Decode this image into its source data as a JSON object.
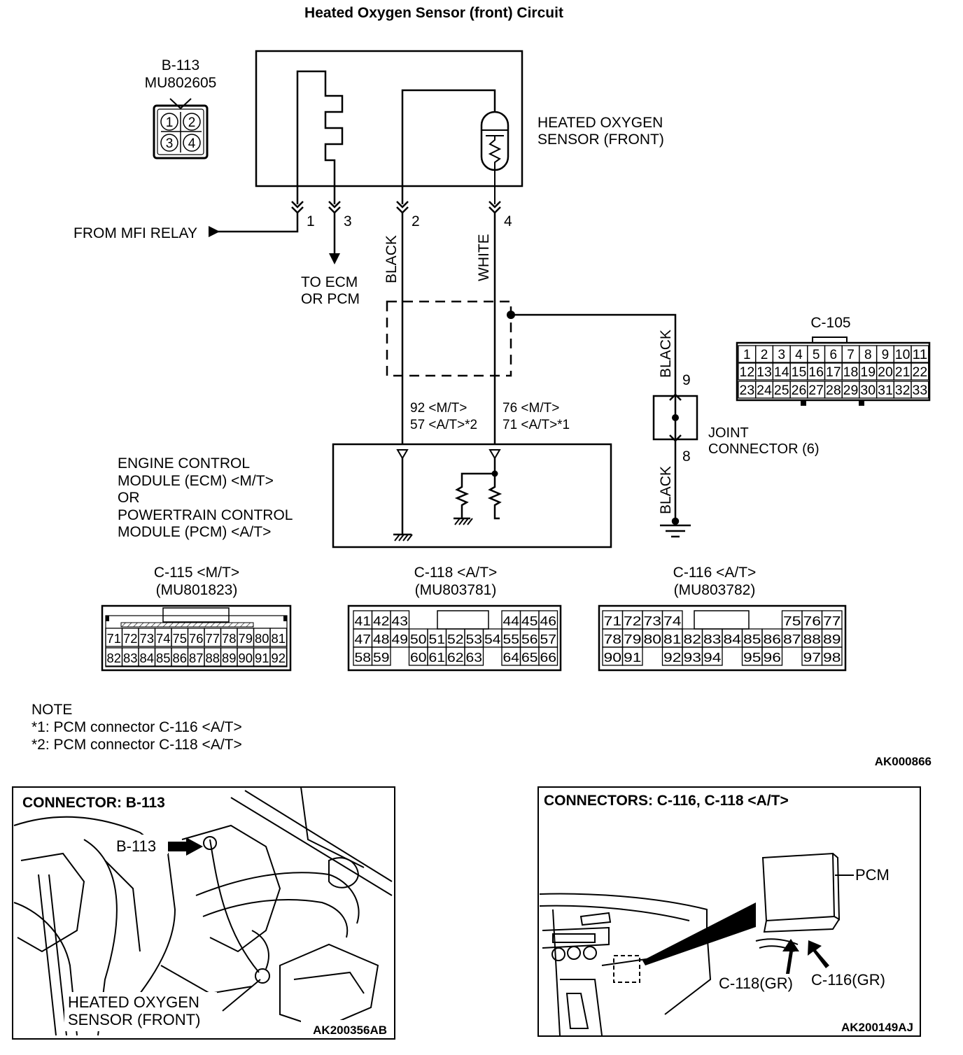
{
  "title": "Heated Oxygen Sensor (front) Circuit",
  "sensor_connector": {
    "id": "B-113",
    "part_no": "MU802605",
    "pins": [
      "1",
      "2",
      "3",
      "4"
    ]
  },
  "sensor": {
    "line1": "HEATED OXYGEN",
    "line2": "SENSOR (FRONT)"
  },
  "pins": {
    "p1": "1",
    "p3": "3",
    "p2": "2",
    "p4": "4",
    "p9": "9",
    "p8": "8"
  },
  "labels": {
    "from_mfi": "FROM MFI RELAY",
    "to_ecm_1": "TO ECM",
    "to_ecm_2": "OR PCM",
    "wire_black": "BLACK",
    "wire_white": "WHITE",
    "ecm_pin_mt_a": "92 <M/T>",
    "ecm_pin_at_a": "57 <A/T>*2",
    "ecm_pin_mt_b": "76 <M/T>",
    "ecm_pin_at_b": "71 <A/T>*1",
    "joint_1": "JOINT",
    "joint_2": "CONNECTOR (6)"
  },
  "ecm": {
    "line1": "ENGINE CONTROL",
    "line2": "MODULE (ECM) <M/T>",
    "line3": "OR",
    "line4": "POWERTRAIN CONTROL",
    "line5": "MODULE (PCM) <A/T>"
  },
  "c105": {
    "title": "C-105",
    "rows": [
      [
        "1",
        "2",
        "3",
        "4",
        "5",
        "6",
        "7",
        "8",
        "9",
        "10",
        "11"
      ],
      [
        "12",
        "13",
        "14",
        "15",
        "16",
        "17",
        "18",
        "19",
        "20",
        "21",
        "22"
      ],
      [
        "23",
        "24",
        "25",
        "26",
        "27",
        "28",
        "29",
        "30",
        "31",
        "32",
        "33"
      ]
    ]
  },
  "c115": {
    "title": "C-115 <M/T>",
    "part": "(MU801823)",
    "rows": [
      [
        "71",
        "72",
        "73",
        "74",
        "75",
        "76",
        "77",
        "78",
        "79",
        "80",
        "81"
      ],
      [
        "82",
        "83",
        "84",
        "85",
        "86",
        "87",
        "88",
        "89",
        "90",
        "91",
        "92"
      ]
    ]
  },
  "c118": {
    "title": "C-118 <A/T>",
    "part": "(MU803781)",
    "rows": [
      [
        "41",
        "42",
        "43",
        "",
        "",
        "",
        "",
        "",
        "44",
        "45",
        "46"
      ],
      [
        "47",
        "48",
        "49",
        "50",
        "51",
        "52",
        "53",
        "54",
        "55",
        "56",
        "57"
      ],
      [
        "58",
        "59",
        "",
        "60",
        "61",
        "62",
        "63",
        "",
        "64",
        "65",
        "66"
      ]
    ]
  },
  "c116": {
    "title": "C-116 <A/T>",
    "part": "(MU803782)",
    "rows": [
      [
        "71",
        "72",
        "73",
        "74",
        "",
        "",
        "",
        "",
        "",
        "75",
        "76",
        "77"
      ],
      [
        "78",
        "79",
        "80",
        "81",
        "82",
        "83",
        "84",
        "85",
        "86",
        "87",
        "88",
        "89"
      ],
      [
        "90",
        "91",
        "",
        "92",
        "93",
        "94",
        "",
        "95",
        "96",
        "",
        "97",
        "98"
      ]
    ]
  },
  "note": {
    "title": "NOTE",
    "n1": "*1: PCM connector C-116 <A/T>",
    "n2": "*2: PCM connector C-118 <A/T>"
  },
  "figure_codes": {
    "main": "AK000866",
    "left": "AK200356AB",
    "right": "AK200149AJ"
  },
  "photo_left": {
    "title": "CONNECTOR: B-113",
    "callout": "B-113",
    "sensor_1": "HEATED OXYGEN",
    "sensor_2": "SENSOR (FRONT)"
  },
  "photo_right": {
    "title": "CONNECTORS: C-116, C-118 <A/T>",
    "pcm": "PCM",
    "c118": "C-118(GR)",
    "c116": "C-116(GR)"
  }
}
